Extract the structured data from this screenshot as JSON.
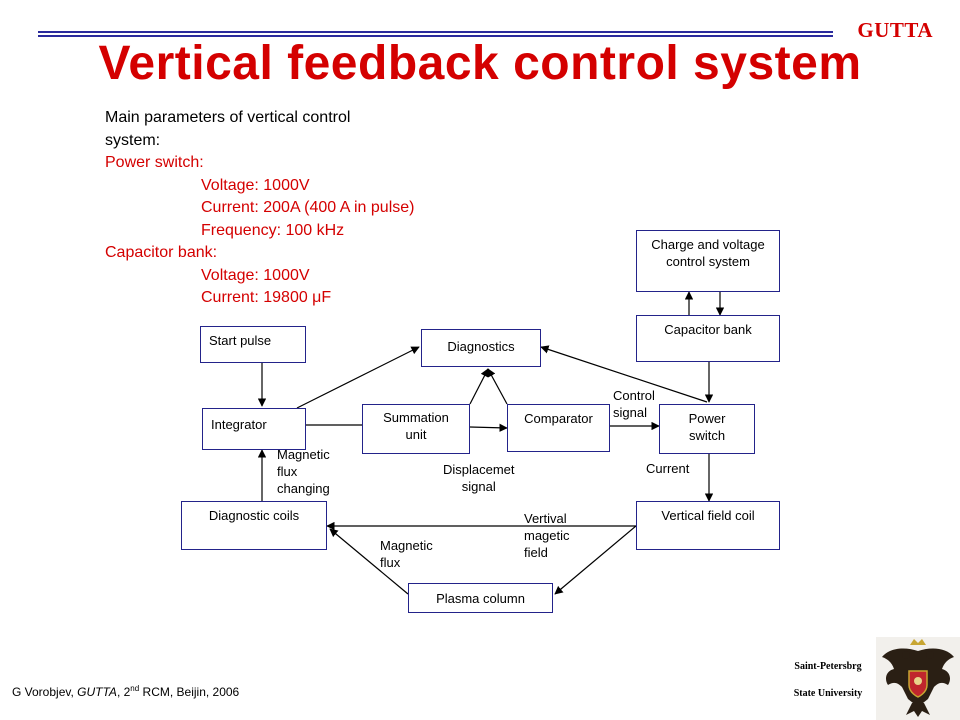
{
  "header": {
    "brand": "GUTTA",
    "title": "Vertical feedback control system"
  },
  "params": {
    "heading_line1": "Main parameters of vertical control",
    "heading_line2": "system:",
    "power_switch_label": "Power switch:",
    "power_switch_voltage": "Voltage: 1000V",
    "power_switch_current": "Current: 200A (400 A in pulse)",
    "power_switch_frequency": "Frequency: 100 kHz",
    "capacitor_bank_label": "Capacitor bank:",
    "capacitor_bank_voltage": "Voltage: 1000V",
    "capacitor_bank_current": "Current: 19800 μF"
  },
  "blocks": {
    "start_pulse": "Start pulse",
    "integrator": "Integrator",
    "diagnostics": "Diagnostics",
    "summation_unit": "Summation unit",
    "comparator": "Comparator",
    "charge_control": "Charge and voltage  control system",
    "capacitor_bank": "Capacitor bank",
    "power_switch": "Power switch",
    "diagnostic_coils": "Diagnostic coils",
    "vertical_field_coil": "Vertical field coil",
    "plasma_column": "Plasma column"
  },
  "edge_labels": {
    "control_signal_1": "Control",
    "control_signal_2": "signal",
    "magnetic_flux_changing_1": "Magnetic",
    "magnetic_flux_changing_2": "flux",
    "magnetic_flux_changing_3": "changing",
    "displacement_signal_1": "Displacemet",
    "displacement_signal_2": "signal",
    "current": "Current",
    "vertical_magnetic_field_1": "Vertival",
    "vertical_magnetic_field_2": "magetic",
    "vertical_magnetic_field_3": "field",
    "magnetic_flux_1": "Magnetic",
    "magnetic_flux_2": "flux"
  },
  "footer": {
    "author_prefix": "G Vorobjev, ",
    "project": "GUTTA",
    "meeting_ordinal": ", 2",
    "meeting_ordinal_suffix": "nd",
    "meeting_rest": " RCM,  Beijin, 2006",
    "university_line1": "Saint-Petersbrg",
    "university_line2": "State University"
  },
  "colors": {
    "title_red": "#d40000",
    "rule_blue": "#2a2a9c",
    "box_border": "#23238a"
  },
  "icons": {
    "logo": "double-headed-eagle-crest-icon"
  }
}
